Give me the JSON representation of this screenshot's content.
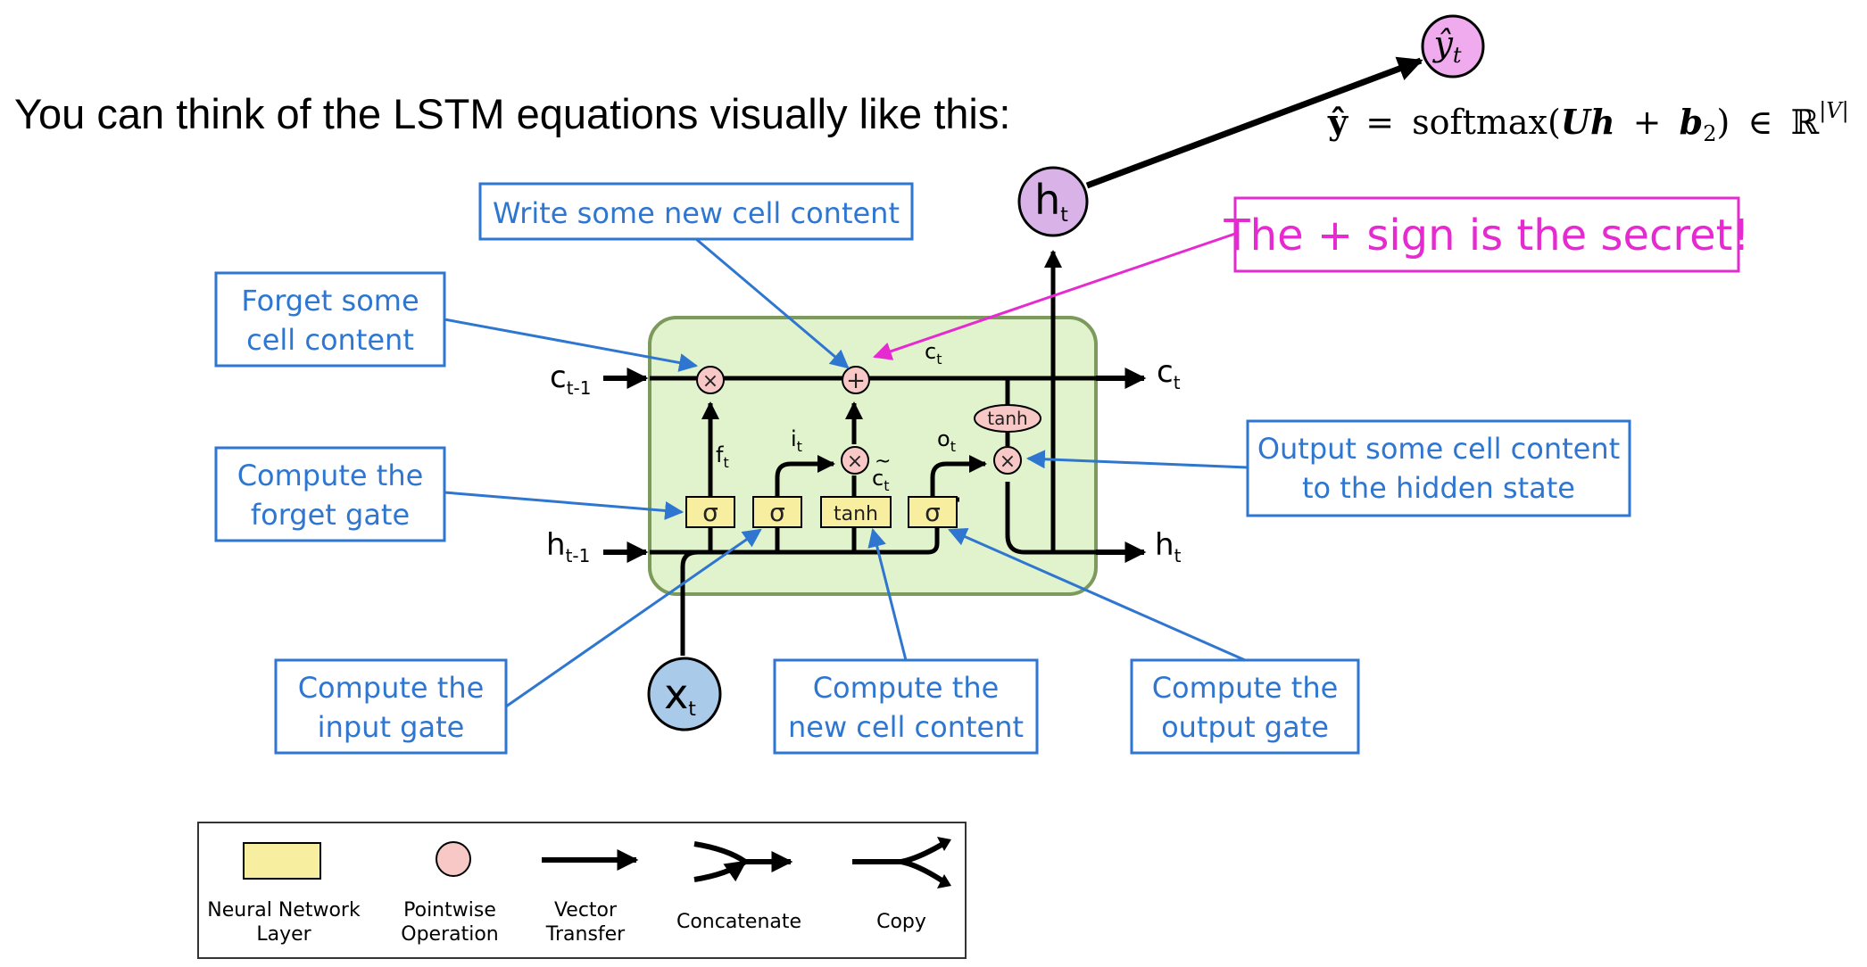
{
  "heading": "You can think of the LSTM equations visually like this:",
  "formula": {
    "lhs": "ŷ",
    "op_eq": "=",
    "fn": "softmax(",
    "U": "U",
    "h": "h",
    "plus": "+",
    "b": "b",
    "b_sub": "2",
    "close": ")",
    "in": "∈",
    "R": "ℝ",
    "R_sup": "|V|"
  },
  "output_node": {
    "symbol": "ŷ",
    "sub": "t"
  },
  "hidden_node": {
    "symbol": "h",
    "sub": "t"
  },
  "input_node": {
    "symbol": "x",
    "sub": "t"
  },
  "annotations": {
    "write": [
      "Write some new cell content"
    ],
    "forget_content": [
      "Forget some",
      "cell content"
    ],
    "forget_gate": [
      "Compute the",
      "forget gate"
    ],
    "input_gate": [
      "Compute the",
      "input gate"
    ],
    "new_content": [
      "Compute the",
      "new cell content"
    ],
    "output_gate": [
      "Compute the",
      "output gate"
    ],
    "output_content": [
      "Output some cell content",
      "to the hidden state"
    ],
    "secret": "The + sign is the secret!"
  },
  "cell_labels": {
    "c_prev": {
      "main": "c",
      "sub": "t-1"
    },
    "h_prev": {
      "main": "h",
      "sub": "t-1"
    },
    "c_out": {
      "main": "c",
      "sub": "t"
    },
    "h_out": {
      "main": "h",
      "sub": "t"
    },
    "c_inner": {
      "main": "c",
      "sub": "t"
    },
    "f": {
      "main": "f",
      "sub": "t"
    },
    "i": {
      "main": "i",
      "sub": "t"
    },
    "o": {
      "main": "o",
      "sub": "t"
    },
    "c_tilde": {
      "main": "c",
      "sub": "t",
      "accent": "~"
    }
  },
  "ops": {
    "sigma": "σ",
    "tanh": "tanh",
    "times": "×",
    "plus": "+"
  },
  "legend": [
    {
      "line1": "Neural Network",
      "line2": "Layer",
      "icon": "layer-icon"
    },
    {
      "line1": "Pointwise",
      "line2": "Operation",
      "icon": "pointwise-icon"
    },
    {
      "line1": "Vector",
      "line2": "Transfer",
      "icon": "arrow-icon"
    },
    {
      "line1": "Concatenate",
      "line2": "",
      "icon": "concat-icon"
    },
    {
      "line1": "Copy",
      "line2": "",
      "icon": "copy-icon"
    }
  ],
  "colors": {
    "annotation_blue": "#2e76d0",
    "secret_magenta": "#e52ad0",
    "cell_fill": "#e0f3cc",
    "cell_border": "#7b9a5c",
    "layer_fill": "#f8ee9f",
    "pointwise_fill": "#f7c8c6",
    "hidden_node_fill": "#d9b3e8",
    "output_node_fill": "#f0aaee",
    "input_node_fill": "#a9cbe9"
  }
}
